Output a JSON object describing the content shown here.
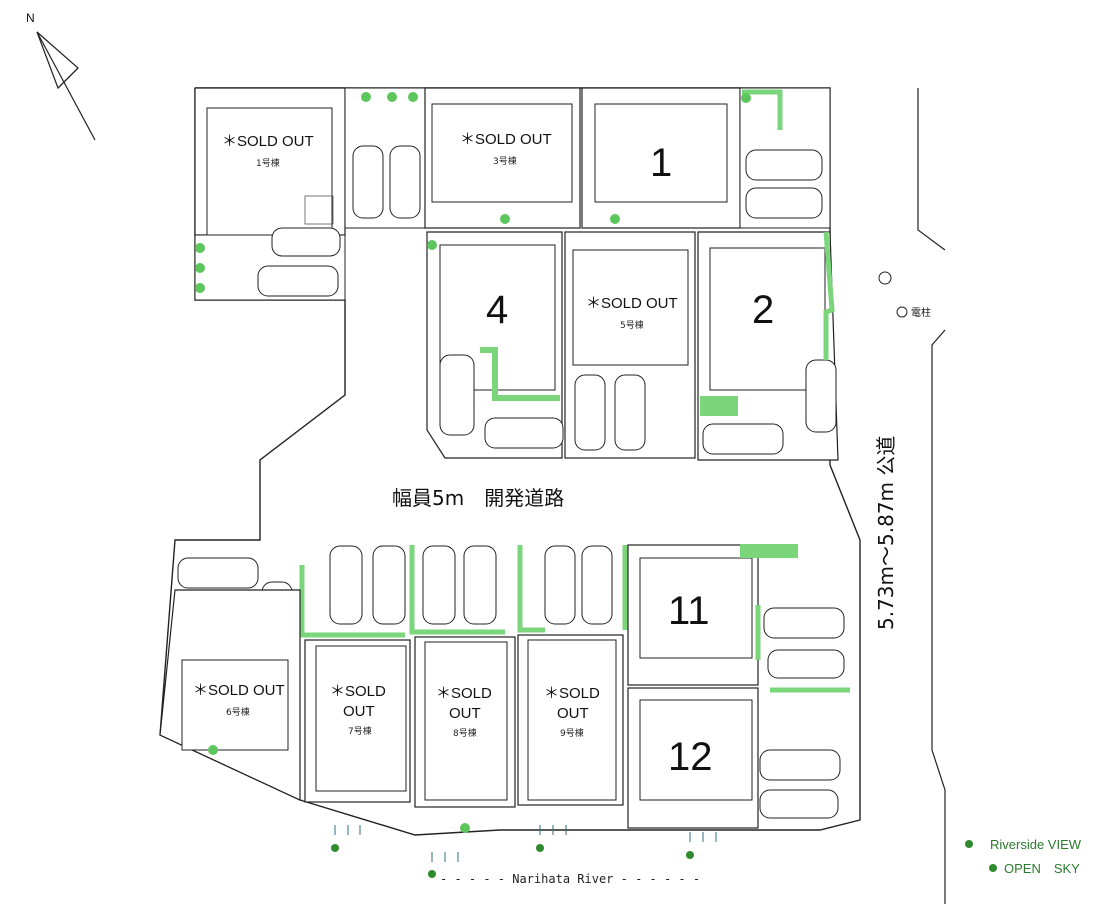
{
  "north": "N",
  "lots": {
    "lot1": {
      "status": "＊SOLD OUT",
      "name": "1号棟"
    },
    "lot3": {
      "status": "＊SOLD OUT",
      "name": "3号棟"
    },
    "lot5": {
      "status": "＊SOLD OUT",
      "name": "5号棟"
    },
    "lot6": {
      "status": "＊SOLD OUT",
      "name": "6号棟"
    },
    "lot7": {
      "status_line1": "＊SOLD",
      "status_line2": "OUT",
      "name": "7号棟"
    },
    "lot8": {
      "status_line1": "＊SOLD",
      "status_line2": "OUT",
      "name": "8号棟"
    },
    "lot9": {
      "status_line1": "＊SOLD",
      "status_line2": "OUT",
      "name": "9号棟"
    },
    "avail1": "1",
    "avail2": "2",
    "avail4": "4",
    "avail11": "11",
    "avail12": "12"
  },
  "road": {
    "dev_road": "幅員5m　開発道路",
    "public_road": "5.73m～5.87m 公道"
  },
  "pole_label": "電柱",
  "river": "- - - - - Narihata  River  - - - - - -",
  "legend": [
    {
      "label": "Riverside VIEW"
    },
    {
      "label": "OPEN　SKY"
    }
  ],
  "colors": {
    "green_accent": "#7bd67b",
    "legend_dot": "#2e8b2e",
    "line": "#222222"
  }
}
